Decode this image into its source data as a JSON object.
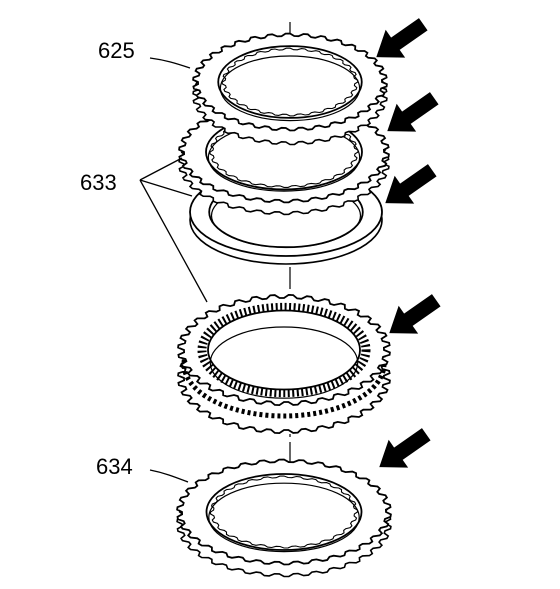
{
  "diagram": {
    "labels": {
      "plate_top": "625",
      "group_middle": "633",
      "plate_bottom": "634"
    },
    "colors": {
      "ink": "#000000",
      "paper": "#ffffff"
    },
    "parts": [
      {
        "id": "plate-top",
        "kind": "toothed-ring",
        "label_ref": "plate_top",
        "arrow": true
      },
      {
        "id": "plate-second",
        "kind": "toothed-ring",
        "label_ref": "group_middle",
        "arrow": true
      },
      {
        "id": "spacer-ring",
        "kind": "flat-ring",
        "label_ref": "group_middle",
        "arrow": true
      },
      {
        "id": "friction-disc",
        "kind": "lined-disc",
        "label_ref": "group_middle",
        "arrow": true
      },
      {
        "id": "plate-bottom",
        "kind": "toothed-ring",
        "label_ref": "plate_bottom",
        "arrow": true
      }
    ]
  }
}
